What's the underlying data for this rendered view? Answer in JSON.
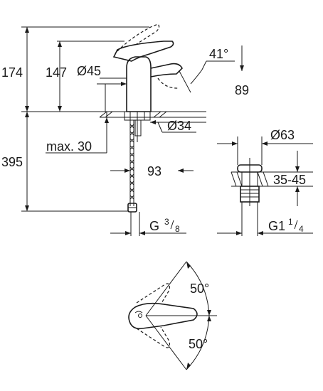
{
  "dimensions": {
    "overall_height": "174",
    "spout_height": "147",
    "spout_diameter": "Ø45",
    "spout_angle": "41°",
    "spout_reach": "89",
    "base_diameter": "Ø34",
    "deck_thickness": "max. 30",
    "hose_length": "395",
    "hose_offset": "93",
    "hose_thread_main": "G",
    "hose_thread_num": "3",
    "hose_thread_den": "8",
    "waste_diameter": "Ø63",
    "waste_range": "35-45",
    "waste_thread_main": "G1",
    "waste_thread_num": "1",
    "waste_thread_den": "4",
    "handle_angle_top": "50°",
    "handle_angle_bottom": "50°"
  },
  "colors": {
    "line": "#1a1a1a",
    "background": "#ffffff"
  }
}
